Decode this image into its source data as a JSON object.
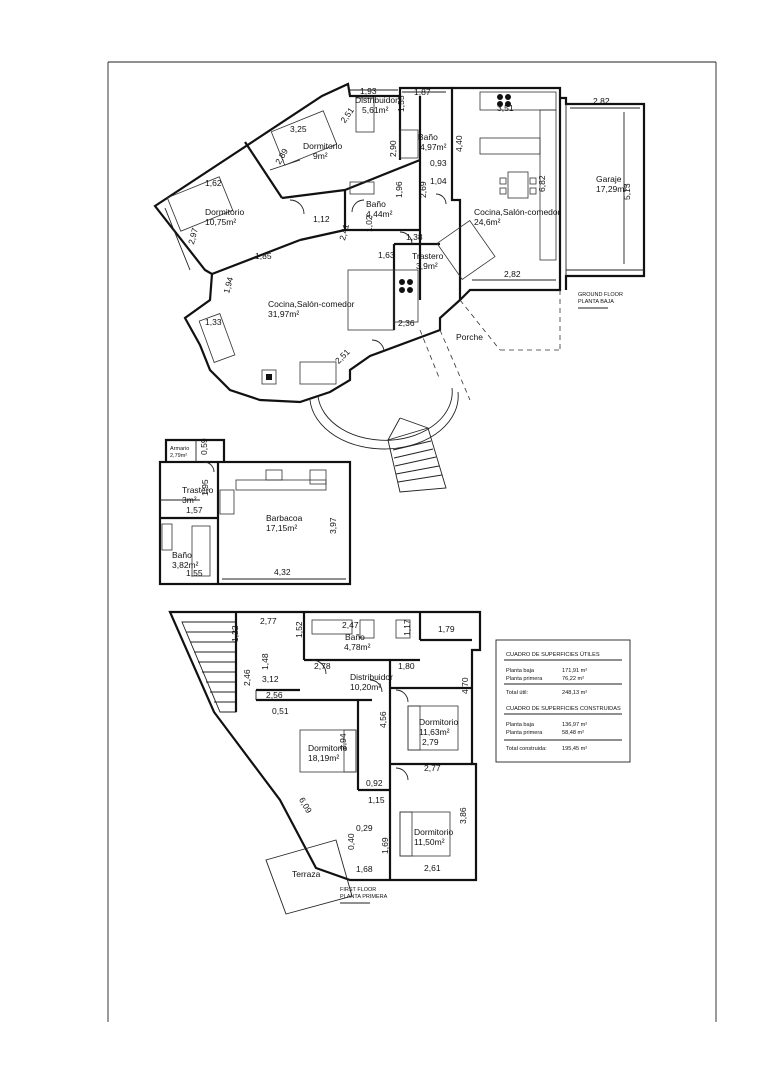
{
  "ground": {
    "rooms": {
      "distribuidor": "Distribuidor",
      "distribuidor_area": "5,61m²",
      "dormitorio_a": "Dormitorio",
      "dormitorio_a_area": "9m²",
      "dormitorio_b": "Dormitorio",
      "dormitorio_b_area": "10,75m²",
      "bano_a": "Baño",
      "bano_a_area": "4,44m²",
      "bano_b": "Baño",
      "bano_b_area": "4,97m²",
      "cocina_a": "Cocina,Salón-comedor",
      "cocina_a_area": "31,97m²",
      "cocina_b": "Cocina,Salón-comedor",
      "cocina_b_area": "24,6m²",
      "trastero": "Trastero",
      "trastero_area": "3,9m²",
      "garaje": "Garaje",
      "garaje_area": "17,29m²",
      "porche": "Porche"
    },
    "dims": [
      "1,93",
      "1,87",
      "3,51",
      "2,82",
      "3,25",
      "1,62",
      "2,97",
      "4,40",
      "0,93",
      "1,04",
      "1,12",
      "2,41",
      "1,38",
      "1,63",
      "5,13",
      "2,82",
      "1,85",
      "1,94",
      "1,33",
      "2,89",
      "6,82",
      "2,51",
      "1,55",
      "2,90",
      "1,02",
      "1,96",
      "2,69",
      "2,36",
      "2,51"
    ],
    "floor_title": "GROUND FLOOR",
    "floor_subtitle": "PLANTA BAJA"
  },
  "annex": {
    "rooms": {
      "armario": "Armario",
      "armario_area": "2,79m²",
      "trastero": "Trastero",
      "trastero_area": "3m²",
      "barbacoa": "Barbacoa",
      "barbacoa_area": "17,15m²",
      "bano": "Baño",
      "bano_area": "3,82m²"
    },
    "dims": [
      "0,59",
      "1,95",
      "1,57",
      "3,97",
      "4,32",
      "1,55"
    ]
  },
  "first": {
    "rooms": {
      "bano": "Baño",
      "bano_area": "4,78m²",
      "distribuidor": "Distribuidor",
      "distribuidor_area": "10,20m²",
      "dormitorio_a": "Dormitorio",
      "dormitorio_a_area": "11,63m²",
      "dormitorio_b": "Dormitorio",
      "dormitorio_b_area": "18,19m²",
      "dormitorio_c": "Dormitorio",
      "dormitorio_c_area": "11,50m²",
      "terraza": "Terraza"
    },
    "dims": [
      "2,77",
      "1,52",
      "2,47",
      "1,17",
      "1,79",
      "1,22",
      "1,48",
      "2,46",
      "2,78",
      "1,80",
      "3,12",
      "2,56",
      "0,51",
      "4,70",
      "4,56",
      "2,94",
      "2,79",
      "0,92",
      "2,77",
      "1,15",
      "3,86",
      "0,29",
      "0,40",
      "1,69",
      "1,68",
      "2,61",
      "6,09"
    ],
    "floor_title": "FIRST FLOOR",
    "floor_subtitle": "PLANTA PRIMERA"
  },
  "summary": {
    "title_utiles": "CUADRO DE SUPERFICIES ÚTILES",
    "rows_utiles": [
      {
        "label": "Planta baja",
        "value": "171,91 m²"
      },
      {
        "label": "Planta primera",
        "value": "76,22 m²"
      }
    ],
    "total_util_label": "Total útil:",
    "total_util_value": "248,13 m²",
    "title_construidas": "CUADRO DE SUPERFICIES CONSTRUIDAS",
    "rows_construidas": [
      {
        "label": "Planta baja",
        "value": "136,97 m²"
      },
      {
        "label": "Planta primera",
        "value": "58,48 m²"
      }
    ],
    "total_construida_label": "Total construida:",
    "total_construida_value": "195,45 m²"
  }
}
